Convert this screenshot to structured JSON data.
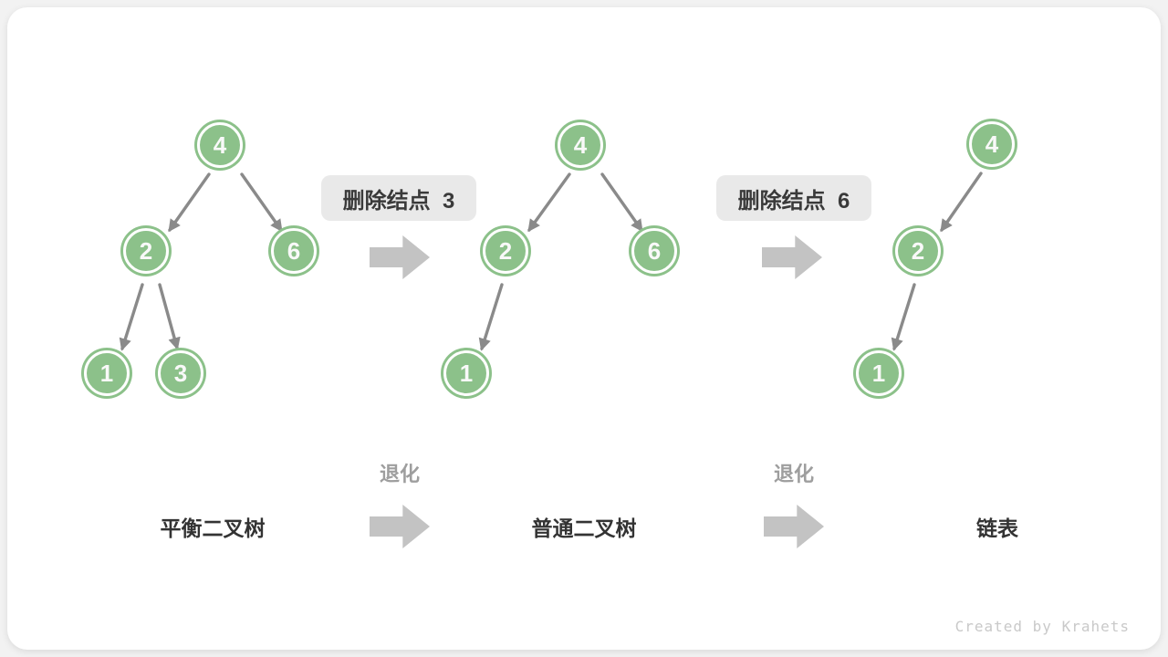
{
  "trees": [
    {
      "caption": "平衡二叉树",
      "nodes": [
        {
          "value": "4"
        },
        {
          "value": "2"
        },
        {
          "value": "6"
        },
        {
          "value": "1"
        },
        {
          "value": "3"
        }
      ]
    },
    {
      "caption": "普通二叉树",
      "nodes": [
        {
          "value": "4"
        },
        {
          "value": "2"
        },
        {
          "value": "6"
        },
        {
          "value": "1"
        }
      ]
    },
    {
      "caption": "链表",
      "nodes": [
        {
          "value": "4"
        },
        {
          "value": "2"
        },
        {
          "value": "1"
        }
      ]
    }
  ],
  "ops": [
    {
      "label": "删除结点  3"
    },
    {
      "label": "删除结点  6"
    }
  ],
  "degrade_label": "退化",
  "watermark": "Created by Krahets",
  "colors": {
    "node_fill": "#8cc18a",
    "node_ring": "#ffffff",
    "node_text": "#f9f9f9",
    "edge": "#8a8a8a",
    "op_box_bg": "#e9e9e9",
    "op_box_text": "#3a3a3a",
    "block_arrow": "#c3c3c3",
    "degrade_text": "#9e9e9e",
    "caption_text": "#333333",
    "card_bg": "#ffffff",
    "page_bg": "#f2f2f2",
    "watermark_text": "#c9c9c9"
  }
}
